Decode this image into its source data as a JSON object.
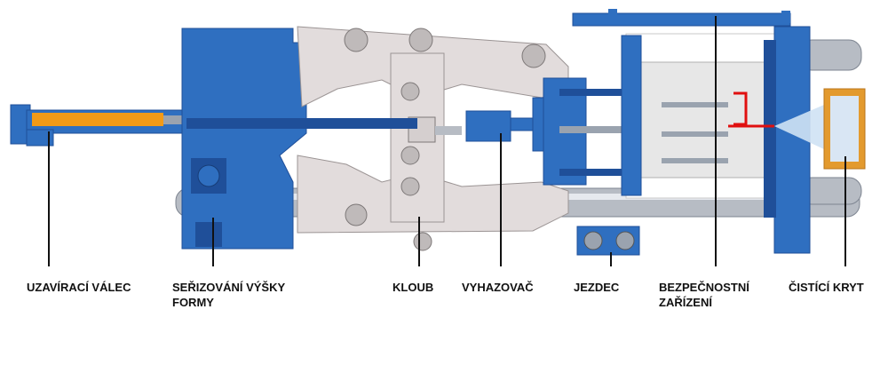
{
  "colors": {
    "frame_blue": "#2f6fc0",
    "frame_blue_dark": "#1f4f99",
    "toggle_plate": "#e2dcdc",
    "rod_grey": "#b7bcc4",
    "rod_light": "#e6e9ee",
    "cylinder_orange": "#f29a17",
    "safety_red": "#e01010",
    "cover_frame": "#e39a2e",
    "cover_glass": "#d9e6f4",
    "label_text": "#111111"
  },
  "labels": {
    "closing_cylinder": "UZAVÍRACÍ VÁLEC",
    "mold_height_line1": "SEŘIZOVÁNÍ VÝŠKY",
    "mold_height_line2": "FORMY",
    "toggle": "KLOUB",
    "ejector": "VYHAZOVAČ",
    "slide": "JEZDEC",
    "safety_line1": "BEZPEČNOSTNÍ",
    "safety_line2": "ZAŘÍZENÍ",
    "cleaning_cover": "ČISTÍCÍ KRYT"
  }
}
